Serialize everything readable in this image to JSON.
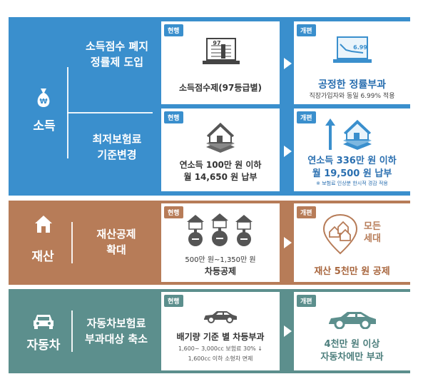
{
  "income": {
    "category": "소득",
    "reform1": {
      "title_line1": "소득점수 폐지",
      "title_line2": "정률제 도입",
      "current_tag": "현행",
      "current_text": "소득점수제(97등급별)",
      "current_icon_number": "97",
      "reform_tag": "개편",
      "reform_text": "공정한 정률부과",
      "reform_sub": "직장가입자와 동일 6.99% 적용",
      "reform_icon_number": "6.99"
    },
    "reform2": {
      "title_line1": "최저보험료",
      "title_line2": "기준변경",
      "current_tag": "현행",
      "current_line1": "연소득 100만 원 이하",
      "current_line2": "월 14,650 원 납부",
      "reform_tag": "개편",
      "reform_line1": "연소득 336만 원 이하",
      "reform_line2": "월 19,500 원 납부",
      "reform_note": "※ 보험료 인상분 한시적 경감 적용"
    }
  },
  "property": {
    "category": "재산",
    "title_line1": "재산공제",
    "title_line2": "확대",
    "current_tag": "현행",
    "current_line1": "500만 원~1,350만 원",
    "current_line2": "차등공제",
    "reform_tag": "개편",
    "reform_badge_line1": "모든",
    "reform_badge_line2": "세대",
    "reform_text": "재산 5천만 원 공제"
  },
  "car": {
    "category": "자동차",
    "title_line1": "자동차보험료",
    "title_line2": "부과대상 축소",
    "current_tag": "현행",
    "current_text": "배기량 기준 별 차등부과",
    "current_sub1": "1,600~ 3,000cc 보험료 30% ↓",
    "current_sub2": "1,600cc 이하 소형차 면제",
    "reform_tag": "개편",
    "reform_line1": "4천만 원 이상",
    "reform_line2": "자동차에만 부과"
  },
  "colors": {
    "blue": "#3a8fcd",
    "brown": "#b77c58",
    "teal": "#5c8f8d"
  }
}
